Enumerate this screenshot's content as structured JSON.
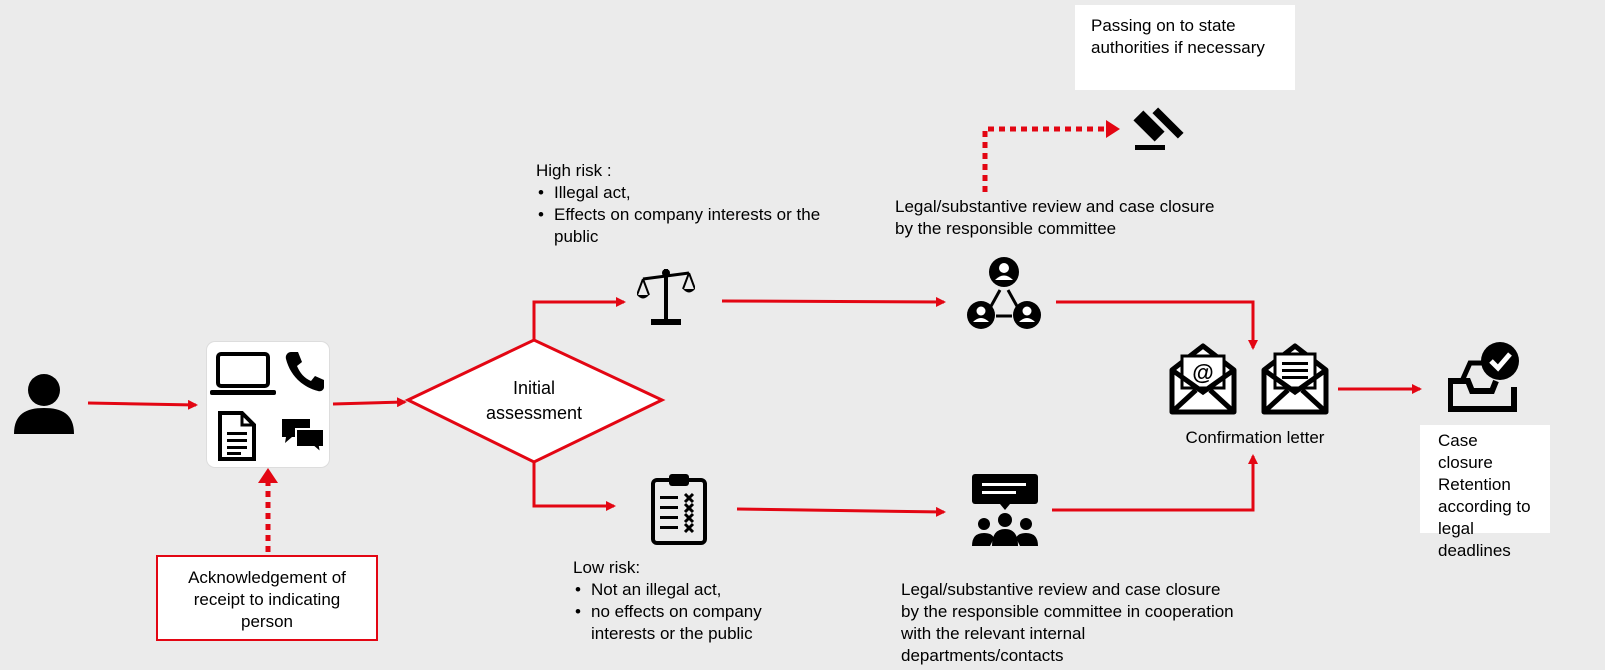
{
  "colors": {
    "accent": "#e30613",
    "background": "#ebebeb",
    "box": "#ffffff",
    "icon": "#000000"
  },
  "decision": {
    "label": "Initial assessment"
  },
  "high_risk": {
    "title": "High risk :",
    "items": [
      "Illegal act,",
      "Effects on company interests or the public"
    ]
  },
  "low_risk": {
    "title": "Low risk:",
    "items": [
      "Not an illegal act,",
      "no effects on company interests or the public"
    ]
  },
  "state_authorities": {
    "text": "Passing on to state authorities if necessary"
  },
  "committee_review": {
    "text": "Legal/substantive review and case closure by the responsible committee"
  },
  "committee_review_coop": {
    "text": "Legal/substantive review and case closure by the responsible committee in cooperation with the relevant internal departments/contacts"
  },
  "confirmation": {
    "label": "Confirmation letter"
  },
  "closure": {
    "text": "Case closure Retention according to legal deadlines"
  },
  "acknowledgement": {
    "text": "Acknowledgement of receipt to indicating person"
  },
  "icons": [
    "person-icon",
    "laptop-icon",
    "phone-icon",
    "document-icon",
    "chat-icon",
    "scales-icon",
    "checklist-icon",
    "gavel-icon",
    "committee-icon",
    "team-meeting-icon",
    "email-envelope-icon",
    "letter-envelope-icon",
    "inbox-check-icon"
  ]
}
